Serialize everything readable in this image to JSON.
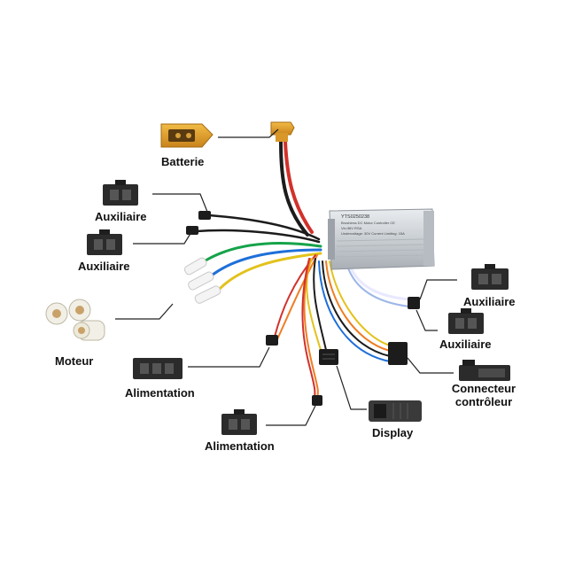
{
  "labels": {
    "battery": "Batterie",
    "aux_left_1": "Auxiliaire",
    "aux_left_2": "Auxiliaire",
    "aux_right_1": "Auxiliaire",
    "aux_right_2": "Auxiliaire",
    "motor": "Moteur",
    "power_1": "Alimentation",
    "power_2": "Alimentation",
    "controller_connector_line1": "Connecteur",
    "controller_connector_line2": "contrôleur",
    "display": "Display"
  },
  "controller_label": {
    "line1": "YTS0250238",
    "line2": "Brushless DC Motor Controller CE",
    "line3": "Vin:36V  RSA",
    "line4": "Undervoltage: 30V  Current Limiting: 15A"
  },
  "colors": {
    "red": "#d2312b",
    "black": "#1c1c1c",
    "green": "#16a34a",
    "blue": "#1e6fd9",
    "yellow": "#e3c21b",
    "orange": "#ef7d22",
    "white": "#f4f4f4",
    "connector_black": "#2b2b2b",
    "xt_yellow": "#e5a42a",
    "pointer": "#222222"
  }
}
